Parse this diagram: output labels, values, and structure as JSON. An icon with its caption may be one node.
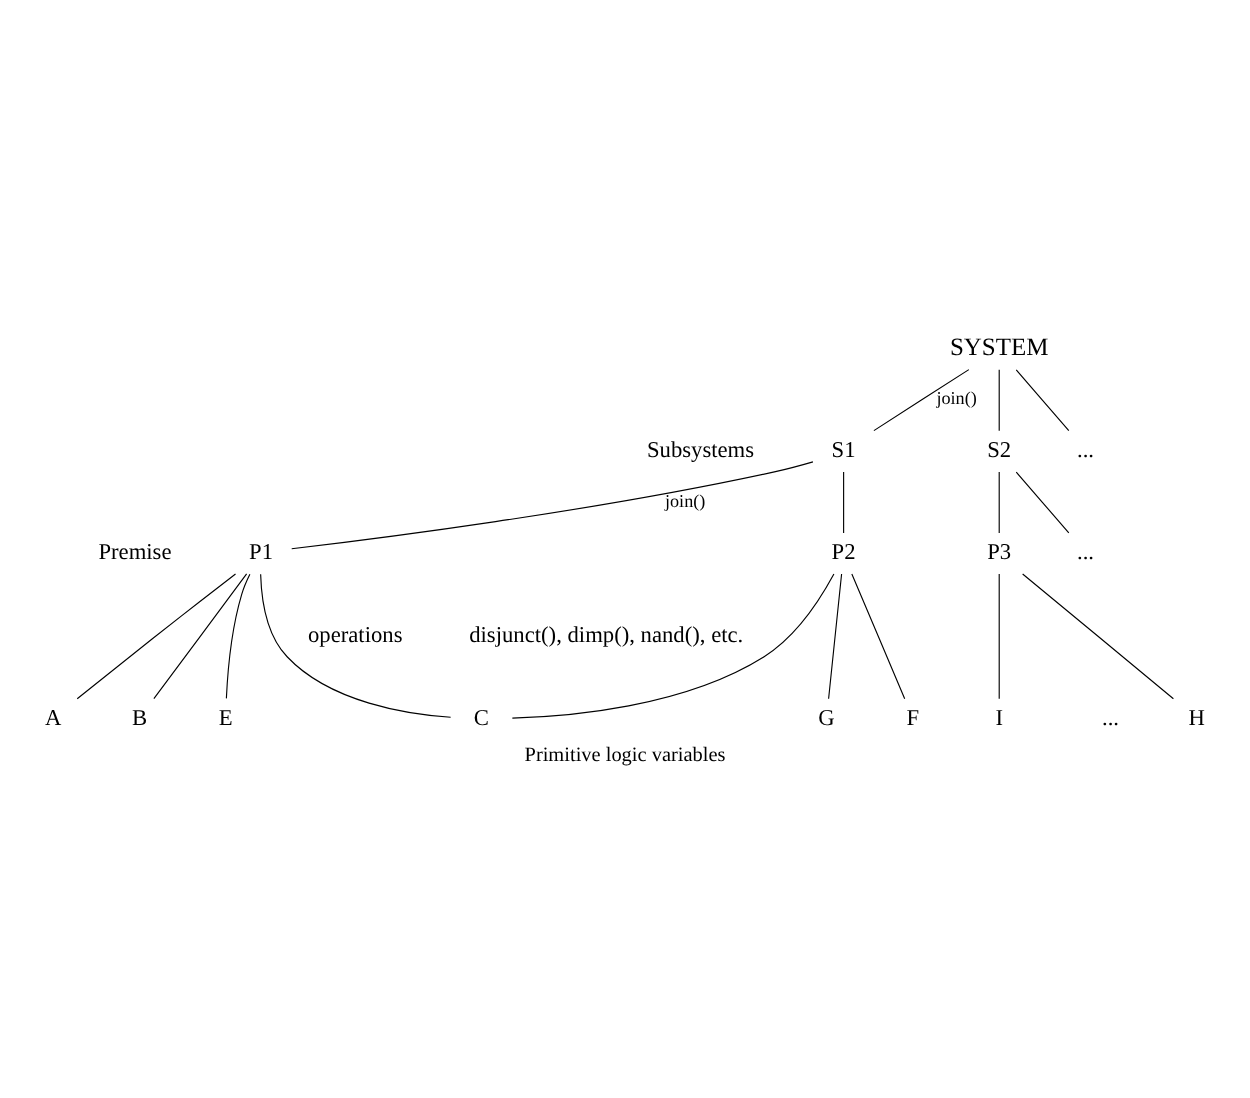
{
  "diagram": {
    "caption": "Primitive logic variables",
    "nodes": [
      {
        "text": [
          "SYSTEM"
        ]
      },
      {
        "text": [
          "S1"
        ]
      },
      {
        "text": [
          "S2"
        ]
      },
      {
        "text": [
          "..."
        ]
      },
      {
        "text": [
          "P1"
        ]
      },
      {
        "text": [
          "P2"
        ]
      },
      {
        "text": [
          "P3"
        ]
      },
      {
        "text": [
          "..."
        ]
      },
      {
        "text": [
          "A"
        ]
      },
      {
        "text": [
          "B"
        ]
      },
      {
        "text": [
          "C"
        ]
      },
      {
        "text": [
          "E"
        ]
      },
      {
        "text": [
          "F"
        ]
      },
      {
        "text": [
          "G"
        ]
      },
      {
        "text": [
          "H"
        ]
      },
      {
        "text": [
          "I"
        ]
      }
    ],
    "edges": [
      {
        "from": 0,
        "to": 1,
        "arrow": "none",
        "label": "join()"
      },
      {
        "from": 0,
        "to": 2,
        "arrow": "none"
      },
      {
        "from": 0,
        "to": 3,
        "arrow": "none"
      },
      {
        "from": 1,
        "to": 4,
        "arrow": "none",
        "label": "join()"
      },
      {
        "from": 1,
        "to": 5,
        "arrow": "none"
      },
      {
        "from": 2,
        "to": 6,
        "arrow": "none"
      },
      {
        "from": 2,
        "to": 7,
        "arrow": "none"
      },
      {
        "from": 4,
        "to": 8,
        "arrow": "none"
      },
      {
        "from": 4,
        "to": 9,
        "arrow": "none"
      },
      {
        "from": 4,
        "to": 10,
        "arrow": "none"
      },
      {
        "from": 4,
        "to": 11,
        "arrow": "none"
      },
      {
        "from": 5,
        "to": 10,
        "arrow": "none"
      },
      {
        "from": 5,
        "to": 12,
        "arrow": "none"
      },
      {
        "from": 5,
        "to": 13,
        "arrow": "none"
      },
      {
        "from": 6,
        "to": 14,
        "arrow": "none"
      },
      {
        "from": 6,
        "to": 15,
        "arrow": "none"
      }
    ],
    "labels": [
      "Subsystems",
      "Premise",
      "operations",
      "disjunct(), dimp(), nand(), etc.",
      "..."
    ]
  }
}
